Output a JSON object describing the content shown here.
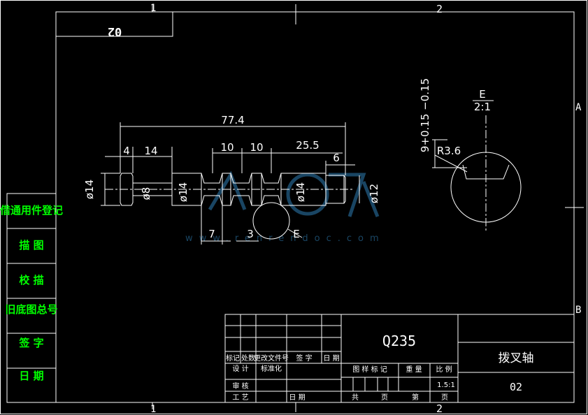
{
  "frame": {
    "col_marks": [
      "1",
      "2"
    ],
    "row_marks": [
      "A",
      "B"
    ]
  },
  "top_code": "02",
  "left_column": {
    "items": [
      "借通用件登记",
      "描 图",
      "校 描",
      "旧底图总号",
      "签 字",
      "日 期"
    ]
  },
  "dimensions": {
    "overall_length": "77.4",
    "d1": "4",
    "d2": "14",
    "d3": "10",
    "d4": "10",
    "d5": "25.5",
    "d6": "6",
    "b1": "7",
    "b2": "3",
    "dia_14_a": "ø14",
    "dia_8": "ø8",
    "dia_14_b": "ø14",
    "dia_14_c": "ø14",
    "dia_12": "ø12",
    "section_ref": "E"
  },
  "detail": {
    "label": "E",
    "scale": "2:1",
    "width_tol": "9+0.15 −0.15",
    "radius": "R3.6"
  },
  "title_block": {
    "material": "Q235",
    "part_name": "拨叉轴",
    "drawing_no": "02",
    "scale_value": "1.5:1",
    "rev_headers": [
      "标记",
      "处数",
      "更改文件号",
      "签 字",
      "日 期"
    ],
    "design": "设 计",
    "standardize": "标准化",
    "review": "审 核",
    "process": "工 艺",
    "date": "日 期",
    "stage_mark": "图 样 标 记",
    "weight": "重 量",
    "scale_label": "比 例",
    "total": "共",
    "page1": "页",
    "nth": "第",
    "page2": "页"
  },
  "watermark": {
    "url": "www.renrendoc.com"
  }
}
